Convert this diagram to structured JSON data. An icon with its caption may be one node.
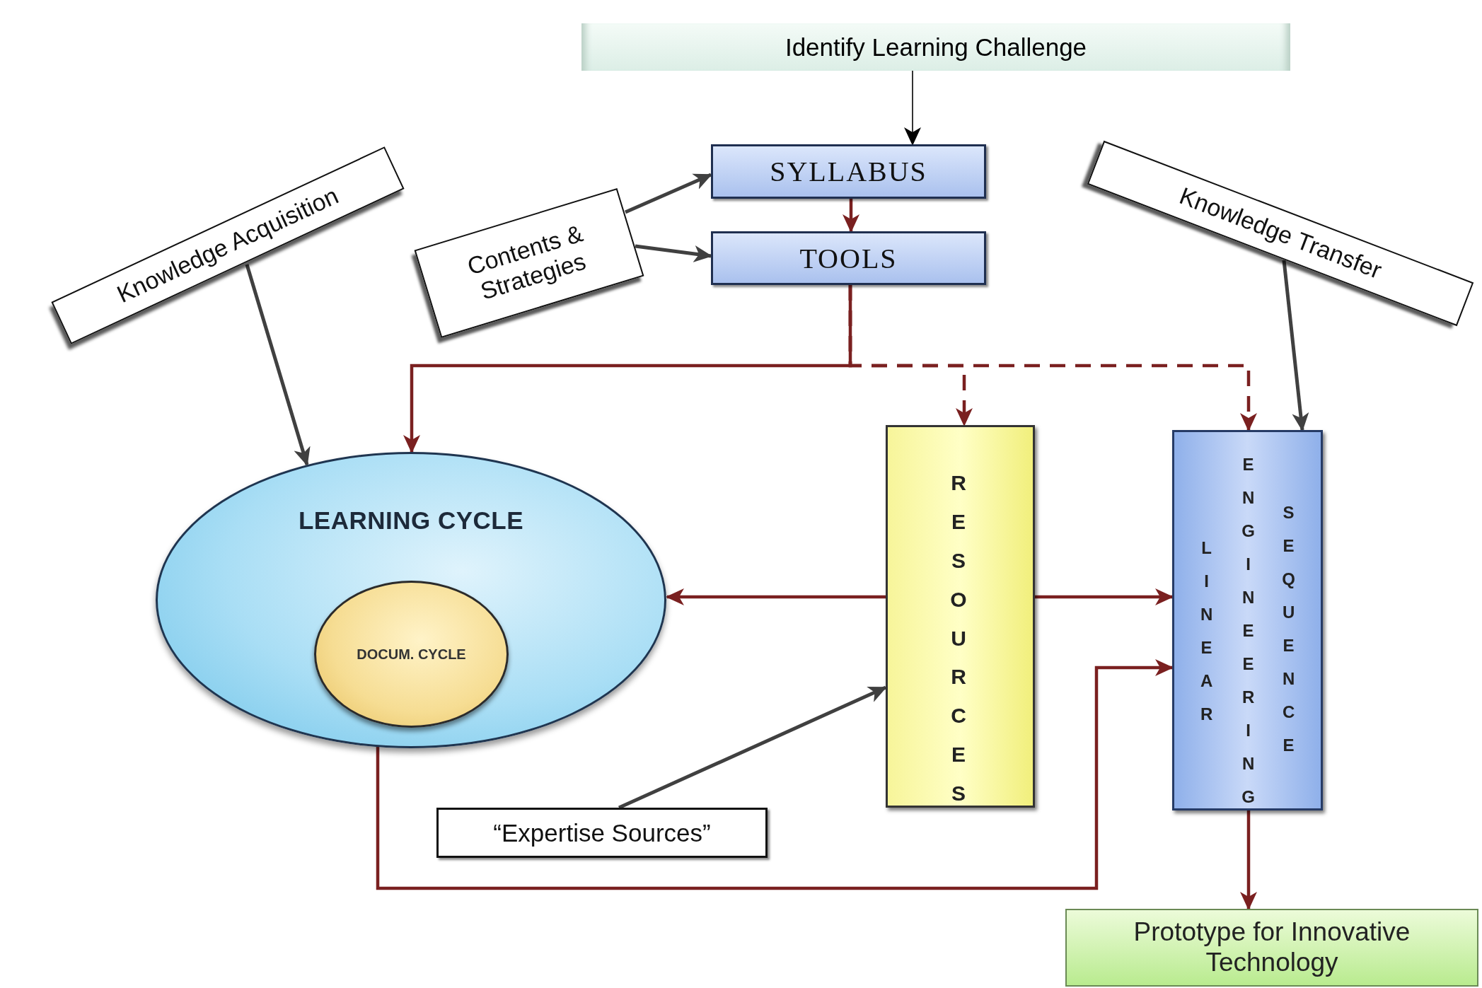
{
  "diagram": {
    "nodes": [
      {
        "text": [
          "Identify Learning Challenge"
        ]
      },
      {
        "text": [
          "SYLLABUS"
        ]
      },
      {
        "text": [
          "TOOLS"
        ]
      },
      {
        "text": [
          "Knowledge Acquisition"
        ]
      },
      {
        "text": [
          "Contents & Strategies"
        ]
      },
      {
        "text": [
          "Knowledge Transfer"
        ]
      },
      {
        "text": [
          "LEARNING CYCLE"
        ]
      },
      {
        "text": [
          "DOCUM. CYCLE"
        ],
        "in": 6
      },
      {
        "text": [
          "RESOURCES"
        ]
      },
      {
        "text": [
          "LINEAR",
          "ENGINEERING",
          "SEQUENCE"
        ]
      },
      {
        "text": [
          "“Expertise Sources”"
        ]
      },
      {
        "text": [
          "Prototype for Innovative Technology"
        ]
      }
    ],
    "edges": [
      {
        "from": 0,
        "to": 1,
        "arrow": "to",
        "color": "#000000"
      },
      {
        "from": 4,
        "to": 1,
        "arrow": "to",
        "color": "#404040"
      },
      {
        "from": 4,
        "to": 2,
        "arrow": "to",
        "color": "#404040"
      },
      {
        "from": 1,
        "to": 2,
        "arrow": "to"
      },
      {
        "from": 3,
        "to": 6,
        "arrow": "to",
        "color": "#404040"
      },
      {
        "from": 2,
        "to": 6,
        "arrow": "to"
      },
      {
        "from": 2,
        "to": 8,
        "arrow": "to",
        "style": "dashed"
      },
      {
        "from": 2,
        "to": 9,
        "arrow": "to",
        "style": "dashed"
      },
      {
        "from": 5,
        "to": 9,
        "arrow": "to",
        "color": "#404040"
      },
      {
        "from": 8,
        "to": 6,
        "arrow": "to"
      },
      {
        "from": 8,
        "to": 9,
        "arrow": "to"
      },
      {
        "from": 10,
        "to": 8,
        "arrow": "to",
        "color": "#404040"
      },
      {
        "from": 6,
        "to": 9,
        "arrow": "to"
      },
      {
        "from": 9,
        "to": 11,
        "arrow": "to"
      }
    ]
  }
}
